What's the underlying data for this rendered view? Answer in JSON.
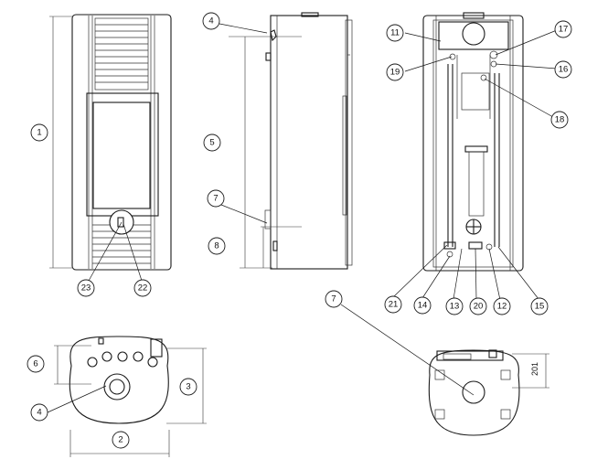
{
  "callouts": [
    {
      "id": "c1",
      "label": "1"
    },
    {
      "id": "c2",
      "label": "2"
    },
    {
      "id": "c3",
      "label": "3"
    },
    {
      "id": "c4a",
      "label": "4"
    },
    {
      "id": "c4b",
      "label": "4"
    },
    {
      "id": "c5",
      "label": "5"
    },
    {
      "id": "c6",
      "label": "6"
    },
    {
      "id": "c7a",
      "label": "7"
    },
    {
      "id": "c7b",
      "label": "7"
    },
    {
      "id": "c8",
      "label": "8"
    },
    {
      "id": "c11",
      "label": "11"
    },
    {
      "id": "c12",
      "label": "12"
    },
    {
      "id": "c13",
      "label": "13"
    },
    {
      "id": "c14",
      "label": "14"
    },
    {
      "id": "c15",
      "label": "15"
    },
    {
      "id": "c16",
      "label": "16"
    },
    {
      "id": "c17",
      "label": "17"
    },
    {
      "id": "c18",
      "label": "18"
    },
    {
      "id": "c19",
      "label": "19"
    },
    {
      "id": "c20",
      "label": "20"
    },
    {
      "id": "c21",
      "label": "21"
    },
    {
      "id": "c22",
      "label": "22"
    },
    {
      "id": "c23",
      "label": "23"
    }
  ],
  "dimension_label_201": "201"
}
